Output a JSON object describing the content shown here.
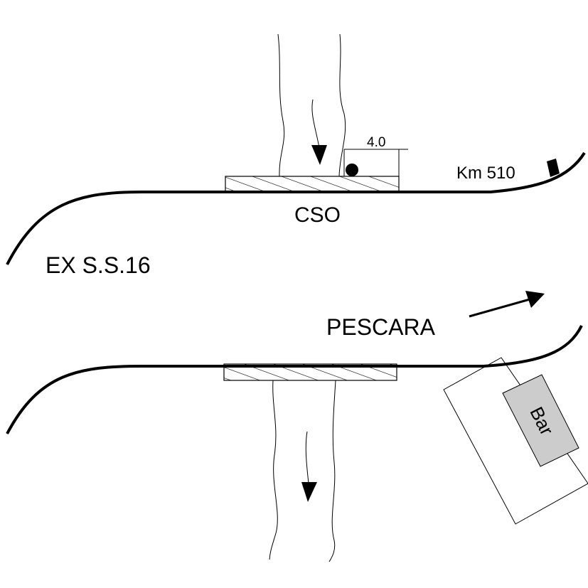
{
  "labels": {
    "road_name": "EX S.S.16",
    "structure": "CSO",
    "direction": "PESCARA",
    "kilometer": "Km 510",
    "dimension": "4.0",
    "building": "Bar"
  },
  "colors": {
    "line": "#000000",
    "background": "#ffffff",
    "building_fill": "#cccccc"
  }
}
